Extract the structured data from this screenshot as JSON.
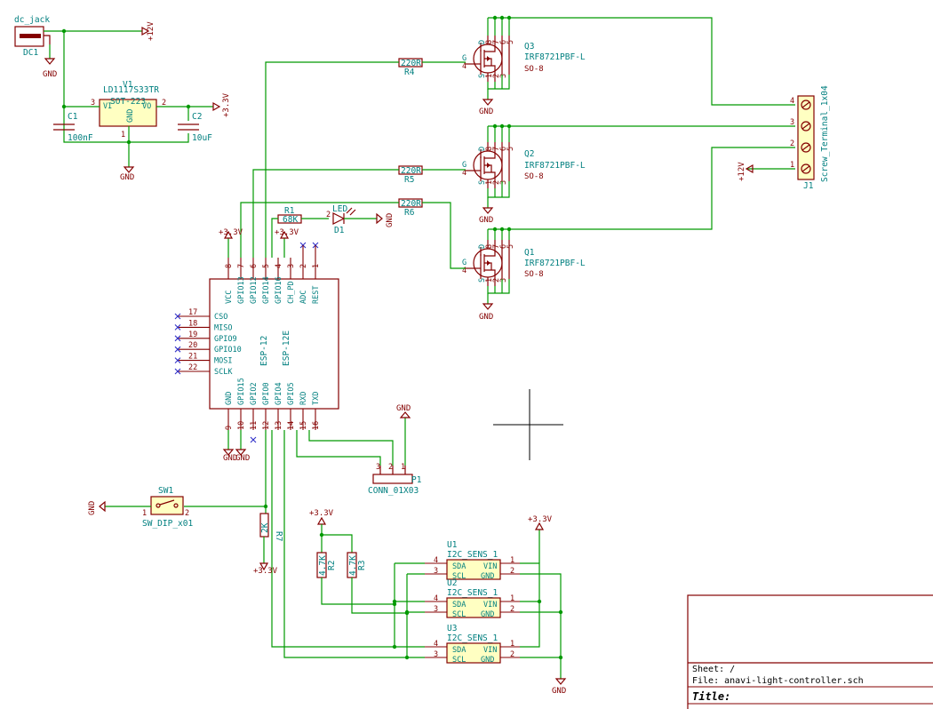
{
  "power_labels": {
    "plus12": "+12V",
    "plus3v3": "+3.3V",
    "gnd": "GND"
  },
  "dc_jack": {
    "ref": "DC1",
    "value": "dc_jack"
  },
  "regulator": {
    "ref": "V1",
    "value": "LD1117S33TR",
    "package": "SOT-223",
    "pin_vi": "VI",
    "pin_vo": "VO",
    "pin_gnd": "GND",
    "pin1": "1",
    "pin2": "2",
    "pin3": "3"
  },
  "c1": {
    "ref": "C1",
    "value": "100nF"
  },
  "c2": {
    "ref": "C2",
    "value": "10uF"
  },
  "mosfets": [
    {
      "ref": "Q3",
      "value": "IRF8721PBF-L",
      "package": "SO-8"
    },
    {
      "ref": "Q2",
      "value": "IRF8721PBF-L",
      "package": "SO-8"
    },
    {
      "ref": "Q1",
      "value": "IRF8721PBF-L",
      "package": "SO-8"
    }
  ],
  "mosfet_pins": {
    "g": "G",
    "d": "D",
    "s": "S",
    "p1": "1",
    "p2": "2",
    "p3": "3",
    "p4": "4",
    "p5": "5",
    "p6": "6",
    "p7": "7",
    "p8": "8"
  },
  "resistors": {
    "r4": {
      "ref": "R4",
      "value": "220R"
    },
    "r5": {
      "ref": "R5",
      "value": "220R"
    },
    "r6": {
      "ref": "R6",
      "value": "220R"
    },
    "r1": {
      "ref": "R1",
      "value": "68K"
    },
    "r7": {
      "ref": "R7",
      "value": "2K"
    },
    "r2": {
      "ref": "R2",
      "value": "4.7K"
    },
    "r3": {
      "ref": "R3",
      "value": "4.7K"
    }
  },
  "led": {
    "ref": "D1",
    "value": "LED"
  },
  "terminal": {
    "ref": "J1",
    "value": "Screw_Terminal_1x04",
    "pins": [
      "4",
      "3",
      "2",
      "1"
    ]
  },
  "esp": {
    "ref": "ESP-12",
    "value": "ESP-12E",
    "top_pins": [
      {
        "num": "8",
        "name": "VCC"
      },
      {
        "num": "7",
        "name": "GPIO13"
      },
      {
        "num": "6",
        "name": "GPIO12"
      },
      {
        "num": "5",
        "name": "GPIO14"
      },
      {
        "num": "4",
        "name": "GPIO16"
      },
      {
        "num": "3",
        "name": "CH_PD"
      },
      {
        "num": "2",
        "name": "ADC"
      },
      {
        "num": "1",
        "name": "REST"
      }
    ],
    "left_pins": [
      {
        "num": "17",
        "name": "CSO"
      },
      {
        "num": "18",
        "name": "MISO"
      },
      {
        "num": "19",
        "name": "GPIO9"
      },
      {
        "num": "20",
        "name": "GPIO10"
      },
      {
        "num": "21",
        "name": "MOSI"
      },
      {
        "num": "22",
        "name": "SCLK"
      }
    ],
    "bottom_pins": [
      {
        "num": "9",
        "name": "GND"
      },
      {
        "num": "10",
        "name": "GPIO15"
      },
      {
        "num": "11",
        "name": "GPIO2"
      },
      {
        "num": "12",
        "name": "GPIO0"
      },
      {
        "num": "13",
        "name": "GPIO4"
      },
      {
        "num": "14",
        "name": "GPIO5"
      },
      {
        "num": "15",
        "name": "RXD"
      },
      {
        "num": "16",
        "name": "TXD"
      }
    ]
  },
  "conn": {
    "ref": "P1",
    "value": "CONN_01X03",
    "pins": [
      "3",
      "2",
      "1"
    ]
  },
  "switch": {
    "ref": "SW1",
    "value": "SW_DIP_x01",
    "pin1": "1",
    "pin2": "2"
  },
  "sensors": [
    {
      "ref": "U1",
      "value": "I2C_SENS_1"
    },
    {
      "ref": "U2",
      "value": "I2C_SENS_1"
    },
    {
      "ref": "U3",
      "value": "I2C_SENS_1"
    }
  ],
  "sensor_pins": {
    "sda": "SDA",
    "scl": "SCL",
    "vin": "VIN",
    "gnd": "GND",
    "p4": "4",
    "p3": "3",
    "p1": "1",
    "p2": "2"
  },
  "title_block": {
    "sheet": "Sheet: /",
    "file": "File: anavi-light-controller.sch",
    "title": "Title:"
  },
  "colors": {
    "wire": "#009900",
    "symbol": "#840000",
    "reference": "#007f7f",
    "symbol_fill": "#ffffc2",
    "no_connect": "#3030c8"
  }
}
